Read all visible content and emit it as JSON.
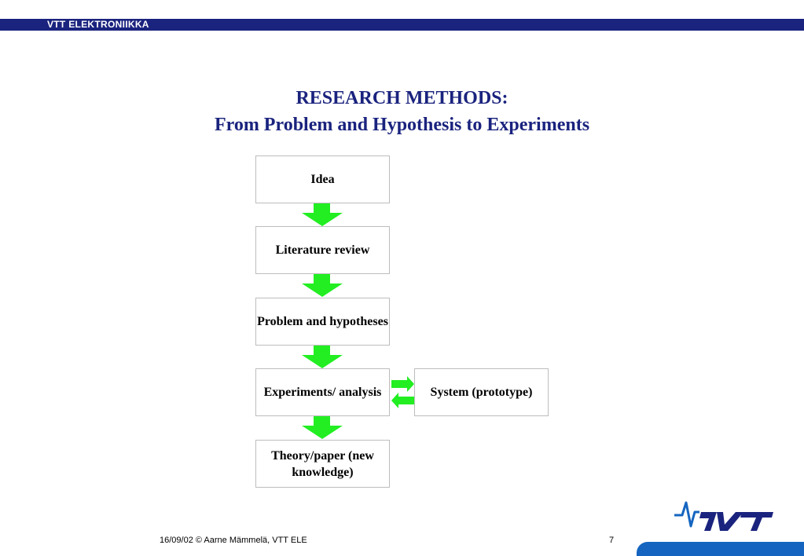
{
  "header": {
    "label": "VTT ELEKTRONIIKKA"
  },
  "title": {
    "line1": "RESEARCH METHODS:",
    "line2": "From Problem and Hypothesis to Experiments"
  },
  "diagram": {
    "idea": "Idea",
    "literature": "Literature review",
    "problem": "Problem and hypotheses",
    "experiments": "Experiments/ analysis",
    "system": "System (prototype)",
    "theory": "Theory/paper (new knowledge)"
  },
  "footer": {
    "credit": "16/09/02 © Aarne Mämmelä, VTT ELE",
    "page": "7"
  },
  "colors": {
    "accent_dark": "#1a237e",
    "accent_blue": "#1565c0",
    "arrow_green": "#22ee22"
  },
  "icons": {
    "logo": "vtt-logo"
  }
}
